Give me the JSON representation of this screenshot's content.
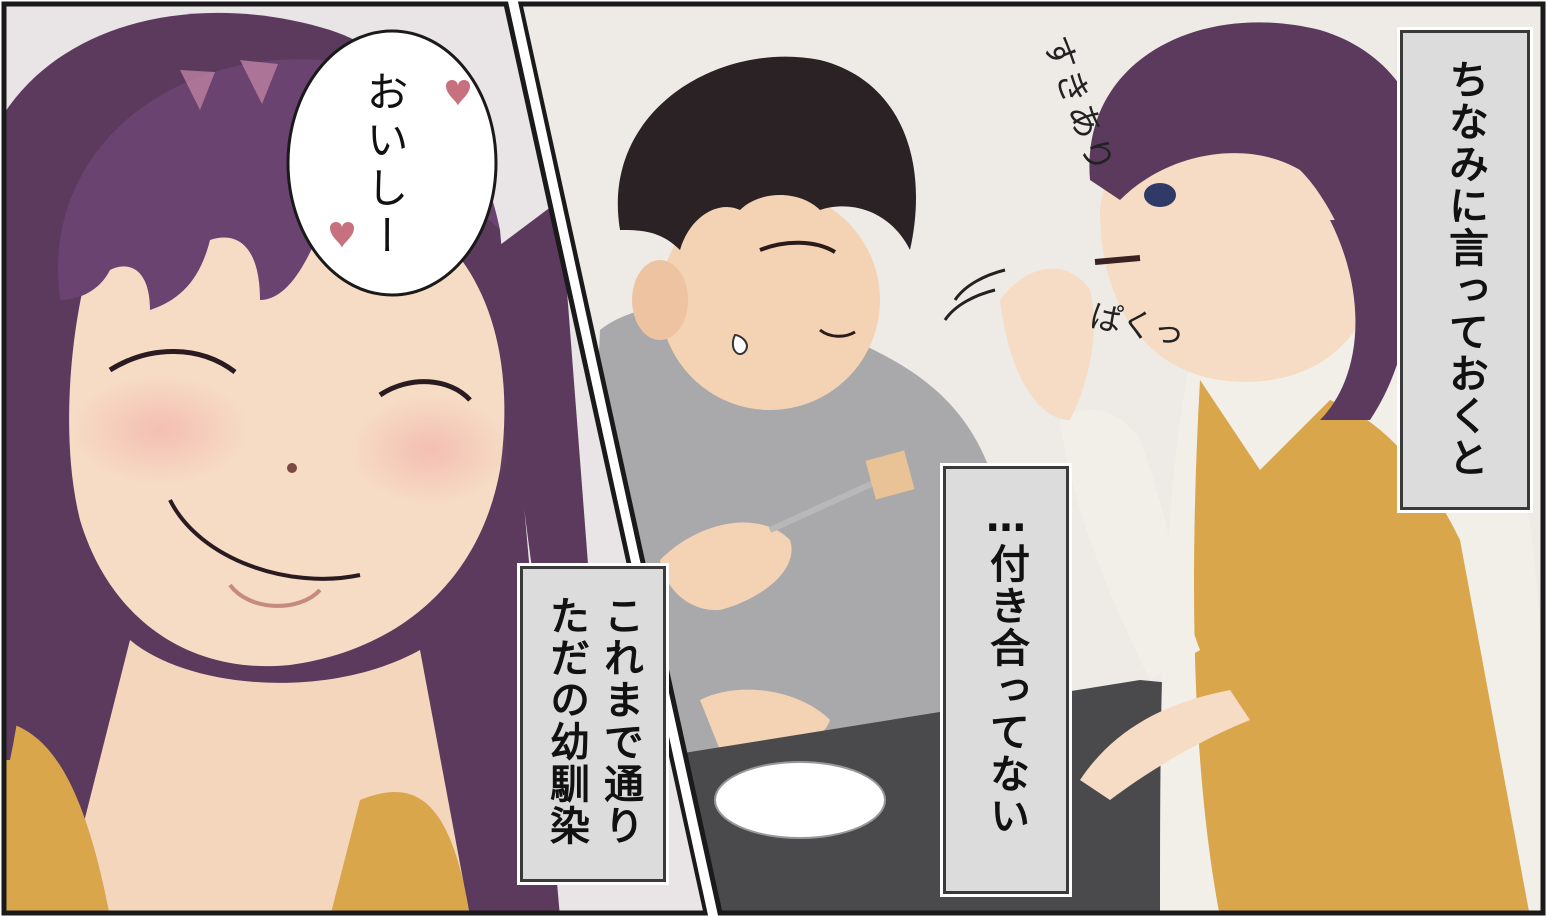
{
  "panels": {
    "left": {
      "speech_bubble": {
        "text": "おいしー"
      },
      "caption_box": {
        "lines": [
          "これまで通り",
          "ただの幼馴染"
        ]
      }
    },
    "right": {
      "caption_top": {
        "lines": [
          "ちなみに言っておくと"
        ]
      },
      "caption_middle": {
        "lines": [
          "…付き合ってない"
        ]
      },
      "sound_effects": {
        "suki": "すきあり",
        "paku": "ぱくっ"
      }
    }
  },
  "colors": {
    "hair_purple": "#5b3a5e",
    "skin": "#f6dcc4",
    "boy_hair": "#2a2224",
    "boy_shirt": "#a9a9ab",
    "apron": "#d9a64c",
    "table": "#4a4a4c",
    "caption_bg": "#dcdcdc",
    "heart": "#c7707e"
  }
}
